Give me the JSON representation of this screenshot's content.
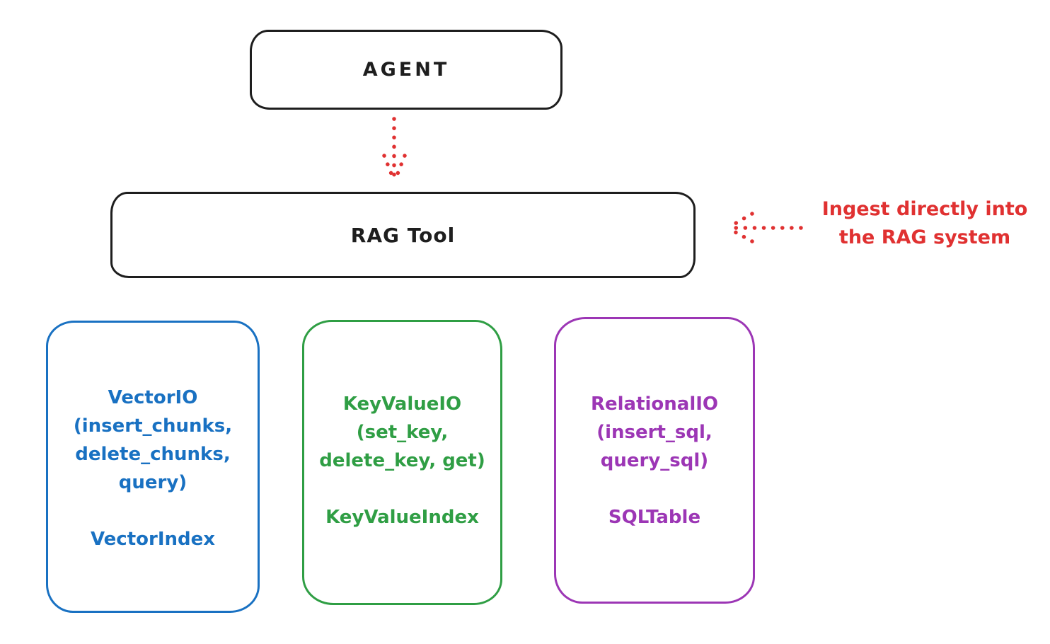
{
  "diagram": {
    "agent_box": {
      "label": "AGENT"
    },
    "rag_tool_box": {
      "label": "RAG Tool"
    },
    "annotation": {
      "line1": "Ingest directly into",
      "line2": "the RAG system"
    },
    "storage_boxes": [
      {
        "id": "vector-io",
        "lines": [
          "VectorIO",
          "(insert_chunks,",
          "delete_chunks,",
          "query)"
        ],
        "index_label": "VectorIndex",
        "color": "#1971c2"
      },
      {
        "id": "keyvalue-io",
        "lines": [
          "KeyValueIO",
          "(set_key,",
          "delete_key, get)"
        ],
        "index_label": "KeyValueIndex",
        "color": "#2f9e44"
      },
      {
        "id": "relational-io",
        "lines": [
          "RelationalIO",
          "(insert_sql,",
          "query_sql)"
        ],
        "index_label": "SQLTable",
        "color": "#9c36b5"
      }
    ],
    "colors": {
      "ink": "#1e1e1e",
      "accent_red": "#e03131",
      "accent_blue": "#1971c2",
      "accent_green": "#2f9e44",
      "accent_purple": "#9c36b5",
      "background": "#ffffff"
    }
  }
}
